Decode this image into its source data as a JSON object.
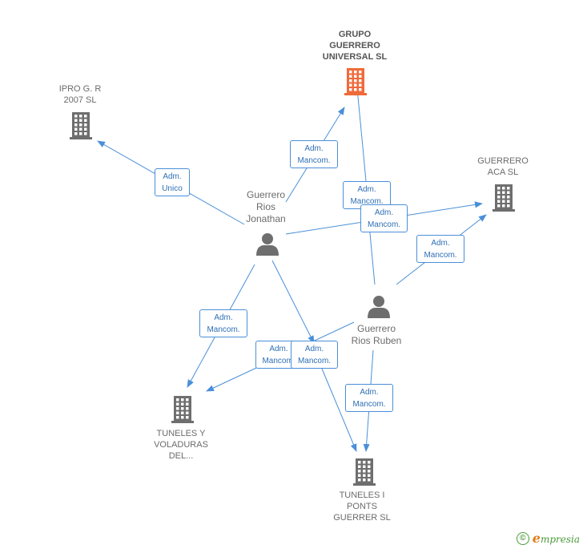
{
  "colors": {
    "edge": "#4a8fd9",
    "building": "#6e6e6e",
    "main_building": "#f06a3a",
    "person": "#6e6e6e"
  },
  "companies": [
    {
      "id": "grupo",
      "label": "GRUPO\nGUERRERO\nUNIVERSAL SL",
      "main": true,
      "icon": "building-icon"
    },
    {
      "id": "ipro",
      "label": "IPRO G.  R\n2007 SL",
      "main": false,
      "icon": "building-icon"
    },
    {
      "id": "aca",
      "label": "GUERRERO\nACA SL",
      "main": false,
      "icon": "building-icon"
    },
    {
      "id": "voladuras",
      "label": "TUNELES Y\nVOLADURAS\nDEL...",
      "main": false,
      "icon": "building-icon"
    },
    {
      "id": "ponts",
      "label": "TUNELES I\nPONTS\nGUERRER SL",
      "main": false,
      "icon": "building-icon"
    }
  ],
  "persons": [
    {
      "id": "jonathan",
      "label": "Guerrero\nRios\nJonathan",
      "icon": "person-icon"
    },
    {
      "id": "ruben",
      "label": "Guerrero\nRios Ruben",
      "icon": "person-icon"
    }
  ],
  "roles": [
    {
      "line1": "Adm.",
      "line2": "Unico"
    },
    {
      "line1": "Adm.",
      "line2": "Mancom."
    },
    {
      "line1": "Adm.",
      "line2": "Mancom."
    },
    {
      "line1": "Adm.",
      "line2": "Mancom."
    },
    {
      "line1": "Adm.",
      "line2": "Mancom."
    },
    {
      "line1": "Adm.",
      "line2": "Mancom."
    },
    {
      "line1": "Adm.",
      "line2": "Mancom."
    },
    {
      "line1": "Adm.",
      "line2": "Mancom."
    },
    {
      "line1": "Adm.",
      "line2": "Mancom."
    }
  ],
  "footer": {
    "copyright": "©",
    "brand_e": "e",
    "brand_rest": "mpresia"
  }
}
